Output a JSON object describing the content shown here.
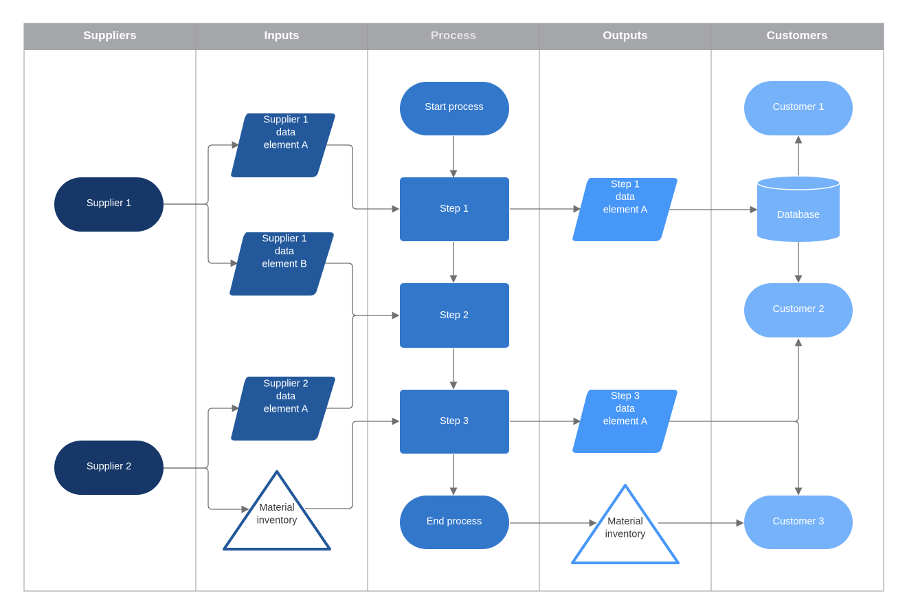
{
  "lanes": [
    {
      "key": "suppliers",
      "title": "Suppliers"
    },
    {
      "key": "inputs",
      "title": "Inputs"
    },
    {
      "key": "process",
      "title": "Process"
    },
    {
      "key": "outputs",
      "title": "Outputs"
    },
    {
      "key": "customers",
      "title": "Customers"
    }
  ],
  "nodes": {
    "supplier1": {
      "lines": [
        "Supplier 1"
      ]
    },
    "supplier2": {
      "lines": [
        "Supplier 2"
      ]
    },
    "s1_data_a": {
      "lines": [
        "Supplier 1",
        "data",
        "element A"
      ]
    },
    "s1_data_b": {
      "lines": [
        "Supplier 1",
        "data",
        "element B"
      ]
    },
    "s2_data_a": {
      "lines": [
        "Supplier 2",
        "data",
        "element A"
      ]
    },
    "material_in": {
      "lines": [
        "Material",
        "inventory"
      ]
    },
    "start": {
      "lines": [
        "Start process"
      ]
    },
    "step1": {
      "lines": [
        "Step 1"
      ]
    },
    "step2": {
      "lines": [
        "Step 2"
      ]
    },
    "step3": {
      "lines": [
        "Step 3"
      ]
    },
    "end": {
      "lines": [
        "End process"
      ]
    },
    "out_step1": {
      "lines": [
        "Step 1",
        "data",
        "element A"
      ]
    },
    "out_step3": {
      "lines": [
        "Step 3",
        "data",
        "element A"
      ]
    },
    "material_out": {
      "lines": [
        "Material",
        "inventory"
      ]
    },
    "customer1": {
      "lines": [
        "Customer 1"
      ]
    },
    "customer2": {
      "lines": [
        "Customer 2"
      ]
    },
    "customer3": {
      "lines": [
        "Customer 3"
      ]
    },
    "database": {
      "lines": [
        "Database"
      ]
    }
  },
  "colors": {
    "header_bg": "#a5a6aa",
    "supplier_fill": "#163768",
    "input_fill": "#23589b",
    "process_fill": "#3377cb",
    "output_fill": "#4797f8",
    "customer_fill": "#76b2fa",
    "border": "#9a9a9a",
    "connector": "#707070"
  }
}
